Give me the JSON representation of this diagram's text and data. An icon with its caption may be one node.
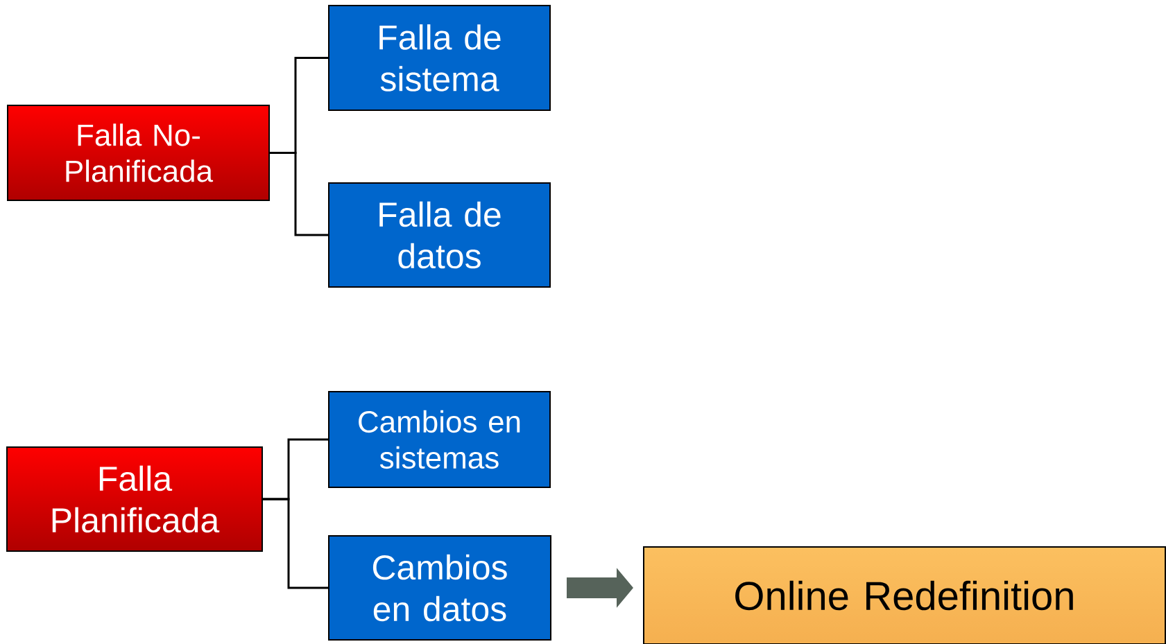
{
  "diagram": {
    "nodes": [
      {
        "text": [
          "Falla No-Planificada"
        ]
      },
      {
        "text": [
          "Falla de sistema"
        ]
      },
      {
        "text": [
          "Falla de datos"
        ]
      },
      {
        "text": [
          "Falla Planificada"
        ]
      },
      {
        "text": [
          "Cambios en sistemas"
        ]
      },
      {
        "text": [
          "Cambios en datos"
        ]
      },
      {
        "text": [
          "Online Redefinition"
        ]
      }
    ],
    "edges": [
      {
        "from": 0,
        "to": 1,
        "arrow": "none"
      },
      {
        "from": 0,
        "to": 2,
        "arrow": "none"
      },
      {
        "from": 3,
        "to": 4,
        "arrow": "none"
      },
      {
        "from": 3,
        "to": 5,
        "arrow": "none"
      },
      {
        "from": 5,
        "to": 6,
        "arrow": "to",
        "style": "thick",
        "color": "#56635a"
      }
    ]
  }
}
